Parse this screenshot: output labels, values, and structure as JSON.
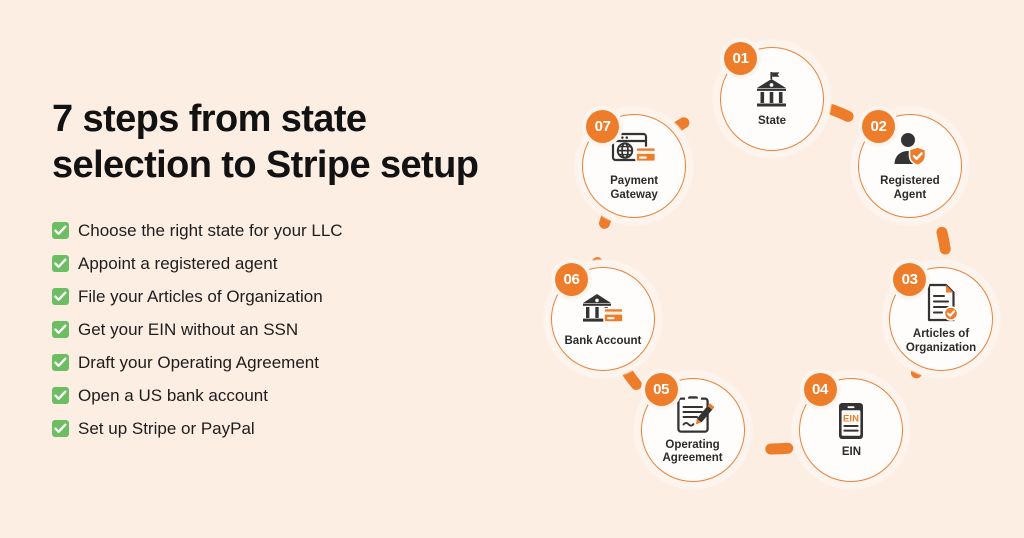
{
  "headline": "7 steps from state selection to Stripe setup",
  "checklist": {
    "icon": "check-square-icon",
    "check_color": "#6DBE63",
    "items": [
      "Choose the right state for your LLC",
      "Appoint a registered agent",
      "File your Articles of Organization",
      "Get your EIN without an SSN",
      "Draft your Operating Agreement",
      "Open a US bank account",
      "Set up Stripe or PayPal"
    ]
  },
  "theme": {
    "background": "#FDEEE4",
    "accent_orange": "#ED7D2B",
    "ring_orange": "#E98239",
    "dark": "#333333",
    "node_fill": "#FFFDFC"
  },
  "diagram": {
    "type": "circular-process",
    "step_count": 7,
    "steps": [
      {
        "number": "01",
        "label": "State",
        "icon": "capitol-building-icon"
      },
      {
        "number": "02",
        "label": "Registered Agent",
        "icon": "person-shield-check-icon"
      },
      {
        "number": "03",
        "label": "Articles of Organization",
        "icon": "document-check-icon"
      },
      {
        "number": "04",
        "label": "EIN",
        "icon": "ein-card-icon",
        "icon_text": "EIN"
      },
      {
        "number": "05",
        "label": "Operating Agreement",
        "icon": "clipboard-pen-icon"
      },
      {
        "number": "06",
        "label": "Bank Account",
        "icon": "bank-card-icon"
      },
      {
        "number": "07",
        "label": "Payment Gateway",
        "icon": "browser-globe-card-icon"
      }
    ]
  }
}
